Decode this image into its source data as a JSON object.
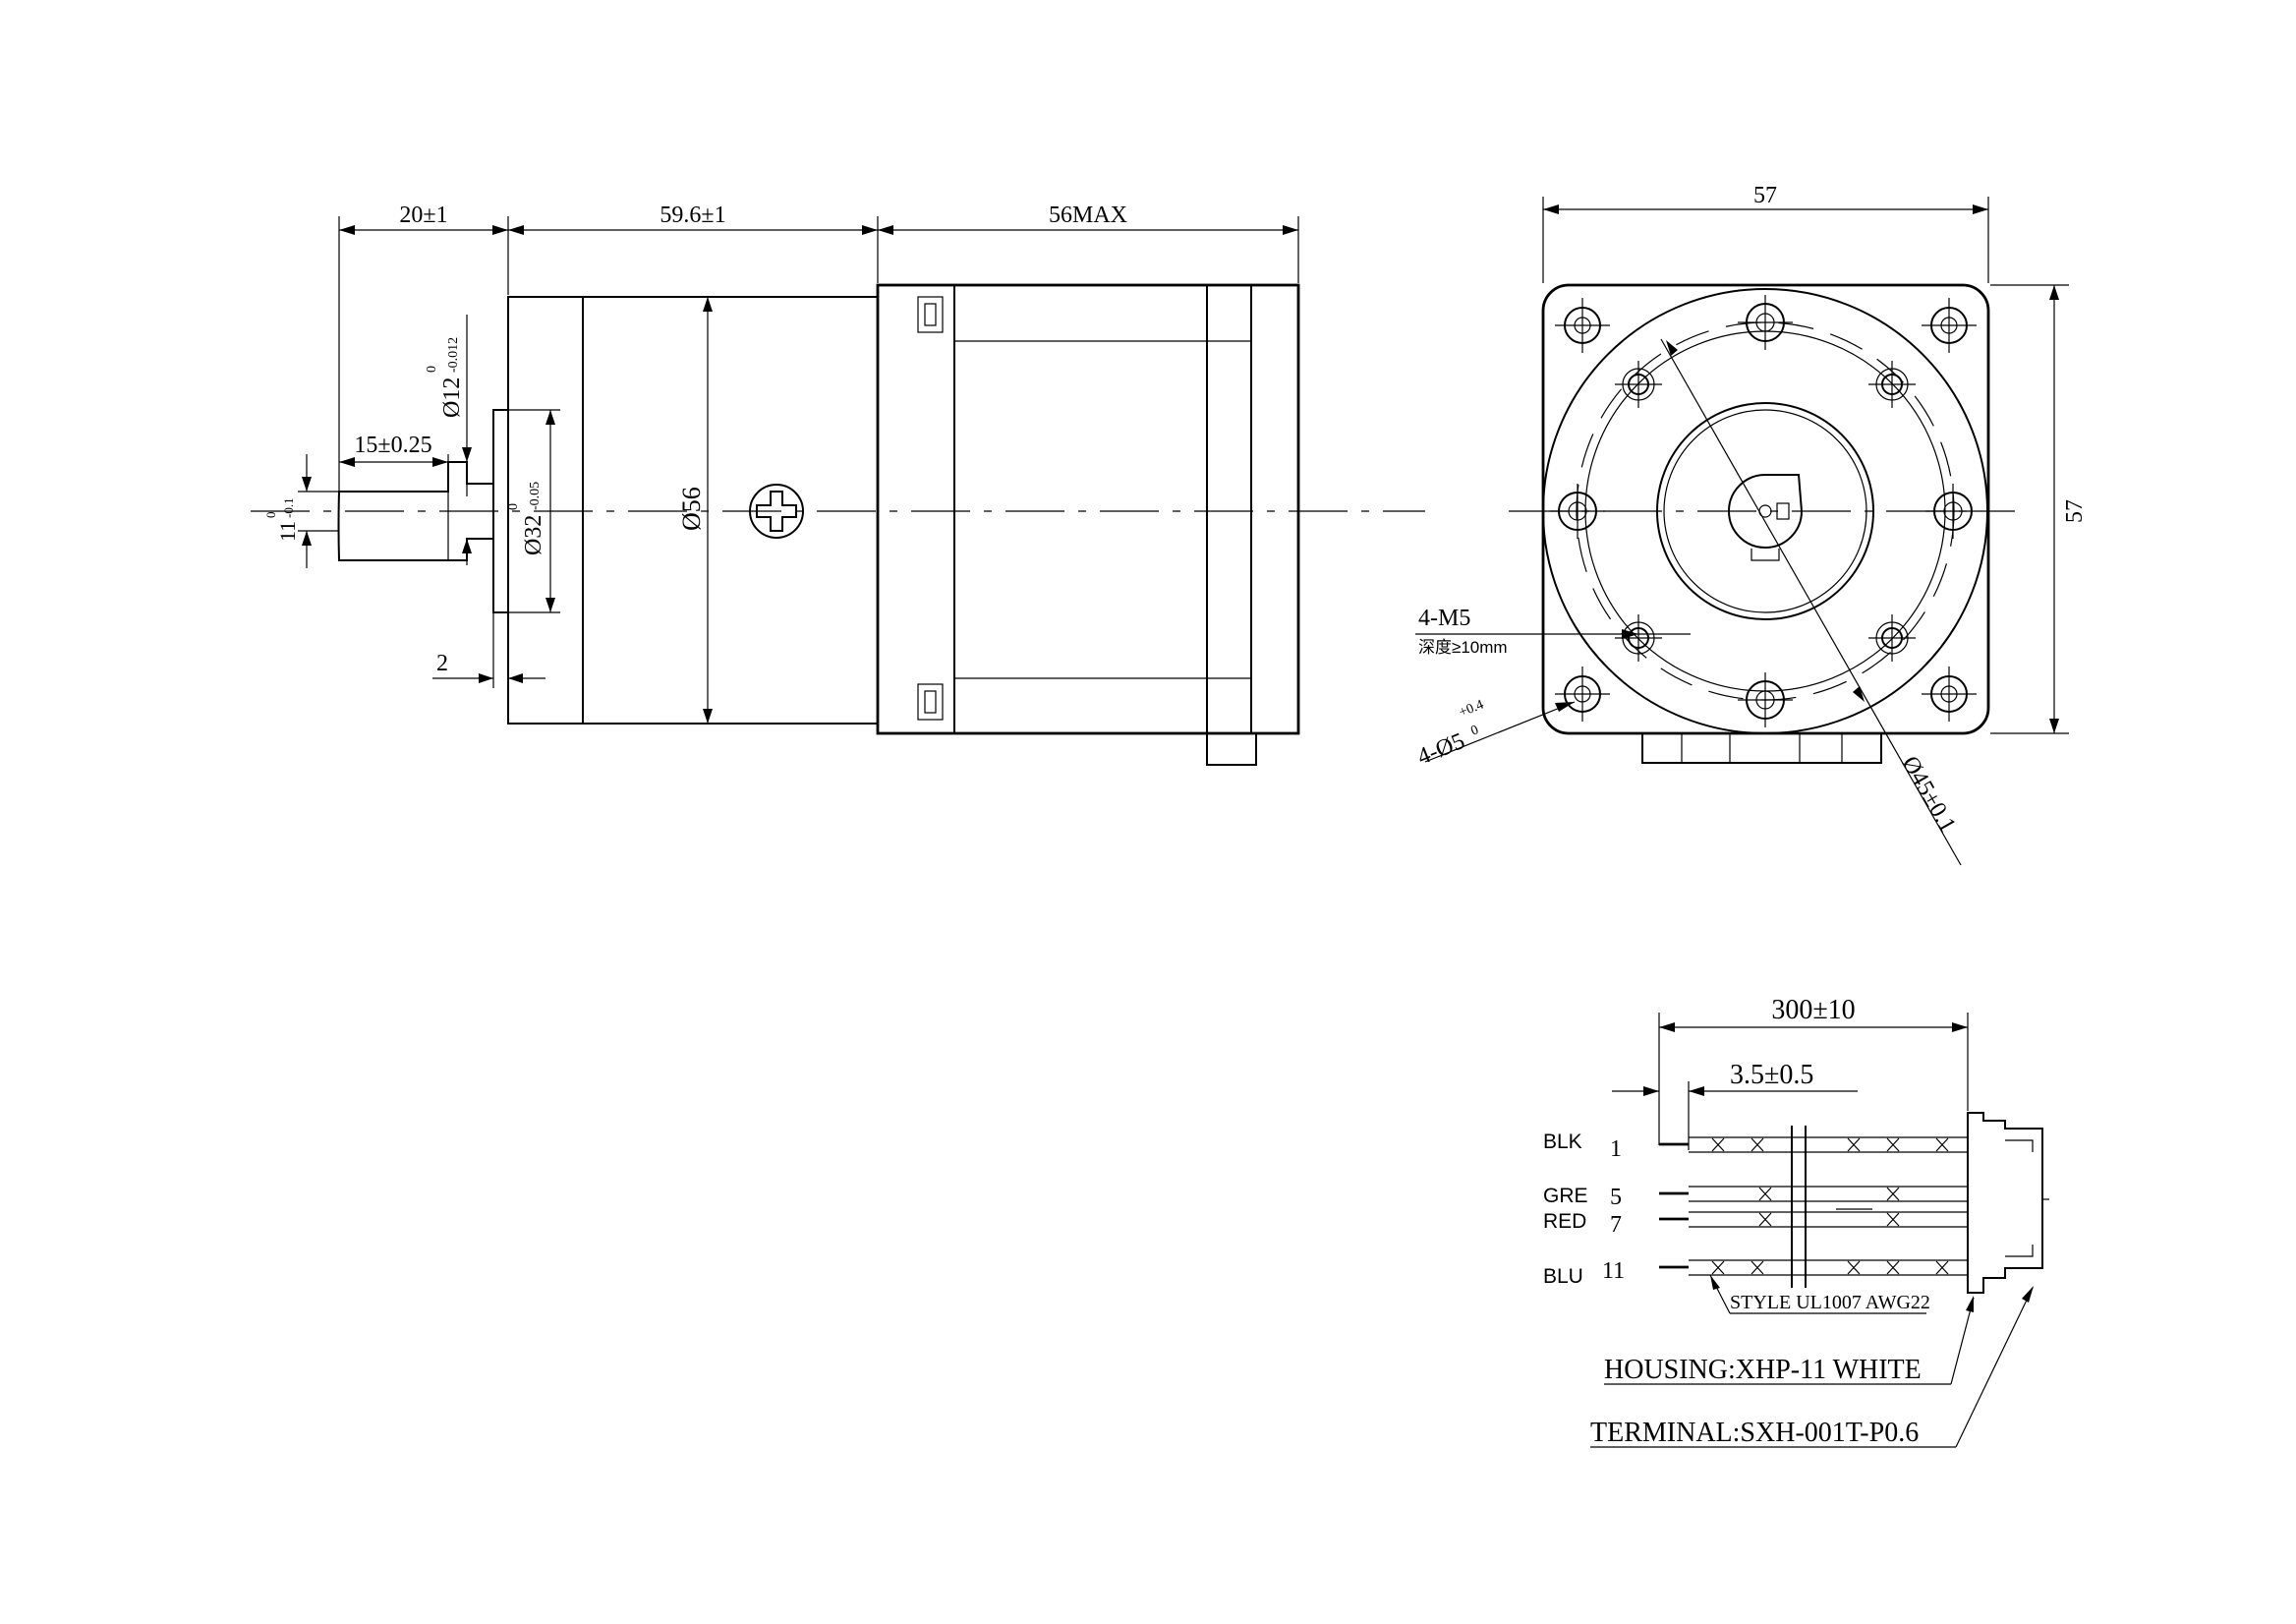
{
  "side_view": {
    "len_shaft": "20±1",
    "len_gearbox": "59.6±1",
    "len_motor": "56MAX",
    "dia_shaft_main": "Ø12",
    "dia_shaft_tol_top": "0",
    "dia_shaft_tol_bot": "-0.012",
    "len_flat": "15±0.25",
    "flat_main": "11",
    "flat_tol_top": "0",
    "flat_tol_bot": "-0.1",
    "dia_pilot_main": "Ø32",
    "dia_pilot_tol_top": "0",
    "dia_pilot_tol_bot": "-0.05",
    "dia_body": "Ø56",
    "pilot_len": "2"
  },
  "front_view": {
    "width": "57",
    "height": "57",
    "tap_holes": "4-M5",
    "tap_depth": "深度≥10mm",
    "thru_holes_main": "4-Ø5",
    "thru_tol_top": "+0.4",
    "thru_tol_bot": "0",
    "pcd": "Ø45±0.1"
  },
  "wiring": {
    "cable_length": "300±10",
    "strip_length": "3.5±0.5",
    "wires": [
      {
        "color": "BLK",
        "pin": "1"
      },
      {
        "color": "GRE",
        "pin": "5"
      },
      {
        "color": "RED",
        "pin": "7"
      },
      {
        "color": "BLU",
        "pin": "11"
      }
    ],
    "cable_style": "STYLE UL1007 AWG22",
    "housing": "HOUSING:XHP-11  WHITE",
    "terminal": "TERMINAL:SXH-001T-P0.6"
  }
}
